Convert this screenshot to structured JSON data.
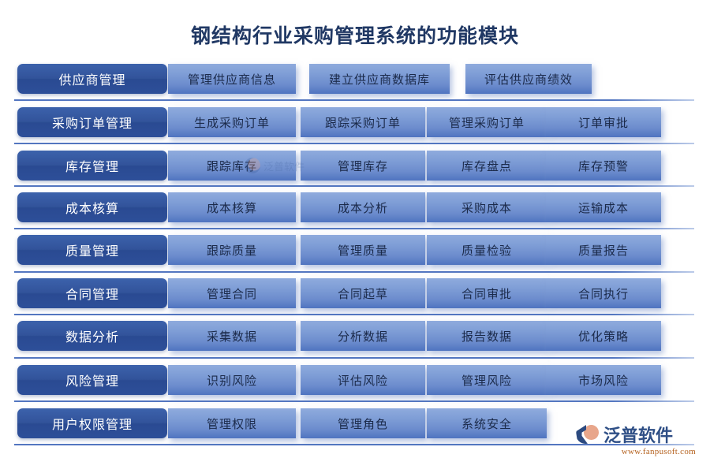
{
  "title": "钢结构行业采购管理系统的功能模块",
  "colors": {
    "title_text": "#203864",
    "category_box": "#2f56a3",
    "task_box": "#7e9dd6",
    "separator": "#4a6fbd",
    "brand_text": "#2f4f86",
    "brand_url": "#b5621f",
    "background": "#ffffff"
  },
  "rows": [
    {
      "category": "供应商管理",
      "tasks": [
        "管理供应商信息",
        "建立供应商数据库",
        "评估供应商绩效"
      ]
    },
    {
      "category": "采购订单管理",
      "tasks": [
        "生成采购订单",
        "跟踪采购订单",
        "管理采购订单",
        "订单审批"
      ]
    },
    {
      "category": "库存管理",
      "tasks": [
        "跟踪库存",
        "管理库存",
        "库存盘点",
        "库存预警"
      ]
    },
    {
      "category": "成本核算",
      "tasks": [
        "成本核算",
        "成本分析",
        "采购成本",
        "运输成本"
      ]
    },
    {
      "category": "质量管理",
      "tasks": [
        "跟踪质量",
        "管理质量",
        "质量检验",
        "质量报告"
      ]
    },
    {
      "category": "合同管理",
      "tasks": [
        "管理合同",
        "合同起草",
        "合同审批",
        "合同执行"
      ]
    },
    {
      "category": "数据分析",
      "tasks": [
        "采集数据",
        "分析数据",
        "报告数据",
        "优化策略"
      ]
    },
    {
      "category": "风险管理",
      "tasks": [
        "识别风险",
        "评估风险",
        "管理风险",
        "市场风险"
      ]
    },
    {
      "category": "用户权限管理",
      "tasks": [
        "管理权限",
        "管理角色",
        "系统安全"
      ]
    }
  ],
  "watermark": {
    "text": "泛普软件"
  },
  "brand": {
    "name": "泛普软件",
    "url": "www.fanpusoft.com"
  }
}
